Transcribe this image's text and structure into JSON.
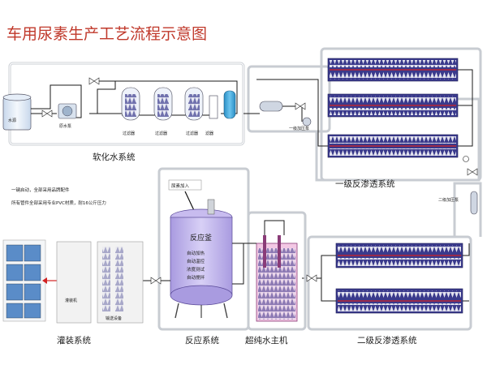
{
  "title": "车用尿素生产工艺流程示意图",
  "systems": {
    "softening": "软化水系统",
    "ro1": "一级反渗透系统",
    "ro2": "二级反渗透系统",
    "reaction": "反应系统",
    "ultrapure": "超纯水主机",
    "filling": "灌装系统"
  },
  "softening_labels": {
    "tank": "水源",
    "pump": "原水泵",
    "filter1": "过滤器",
    "filter2": "过滤器",
    "filter3": "过滤器",
    "cartridge": "滤器"
  },
  "ro1_labels": {
    "pump": "一级加压泵"
  },
  "ro2_labels": {
    "pump": "二级加压泵"
  },
  "notes": {
    "line1": "一键启动，全部采用品牌配件",
    "line2": "所有管件全部采用专业PVC材质，耐16公斤压力"
  },
  "reaction_tank": {
    "inlet_label": "尿素加入",
    "name": "反应釜",
    "items": [
      "自动加热",
      "自动温控",
      "浓度测试",
      "自动搅拌"
    ]
  },
  "filling_labels": {
    "machine": "灌装机",
    "conveyor": "输送设备"
  },
  "colors": {
    "title": "#c0392b",
    "module": "#3a3a8c",
    "flow_arrow": "#d22222",
    "frame": "#c8ccd2",
    "vessel": "#b8a8e8"
  }
}
